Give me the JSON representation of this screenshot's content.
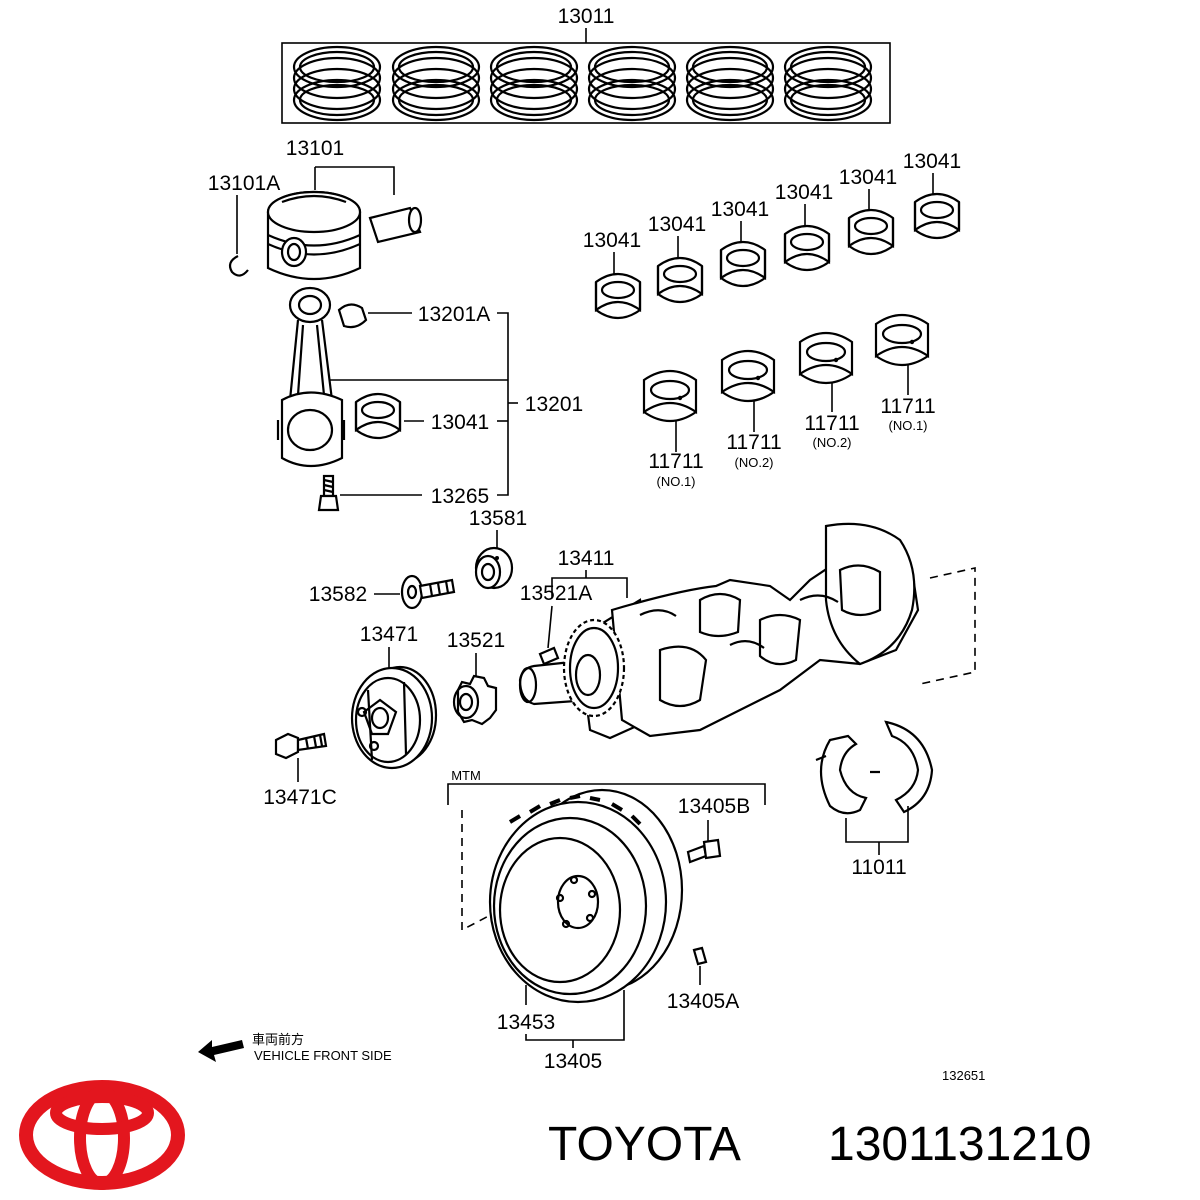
{
  "labels": {
    "piston_ring_set": "13011",
    "piston_sub_assy": "13101",
    "snap_ring": "13101A",
    "conrod_bushing": "13201A",
    "conrod_assy": "13201",
    "conrod_bearing": "13041",
    "conrod_bolt": "13265",
    "bearing_top_1": "13041",
    "bearing_top_2": "13041",
    "bearing_top_3": "13041",
    "bearing_top_4": "13041",
    "bearing_top_5": "13041",
    "bearing_top_6": "13041",
    "main_bearing_a": "11711",
    "main_bearing_a_sub": "(NO.1)",
    "main_bearing_b": "11711",
    "main_bearing_b_sub": "(NO.2)",
    "main_bearing_c": "11711",
    "main_bearing_c_sub": "(NO.2)",
    "main_bearing_d": "11711",
    "main_bearing_d_sub": "(NO.1)",
    "washer_13581": "13581",
    "bolt_13582": "13582",
    "crankshaft": "13411",
    "key_13521A": "13521A",
    "pulley": "13471",
    "timing_gear": "13521",
    "pulley_bolt": "13471C",
    "mtm": "MTM",
    "flywheel_bolt": "13405B",
    "thrust_washer": "11011",
    "ring_gear": "13453",
    "pin_13405A": "13405A",
    "flywheel_sub": "13405",
    "vehicle_front_jp": "車両前方",
    "vehicle_front_en": "VEHICLE FRONT SIDE",
    "diagram_number": "132651"
  },
  "footer": {
    "brand": "TOYOTA",
    "part_number": "1301131210"
  },
  "icons": {
    "logo": "toyota-logo-icon",
    "arrow": "front-arrow-icon"
  },
  "colors": {
    "logo_red": "#e3161e",
    "ink": "#000000",
    "background": "#ffffff"
  }
}
